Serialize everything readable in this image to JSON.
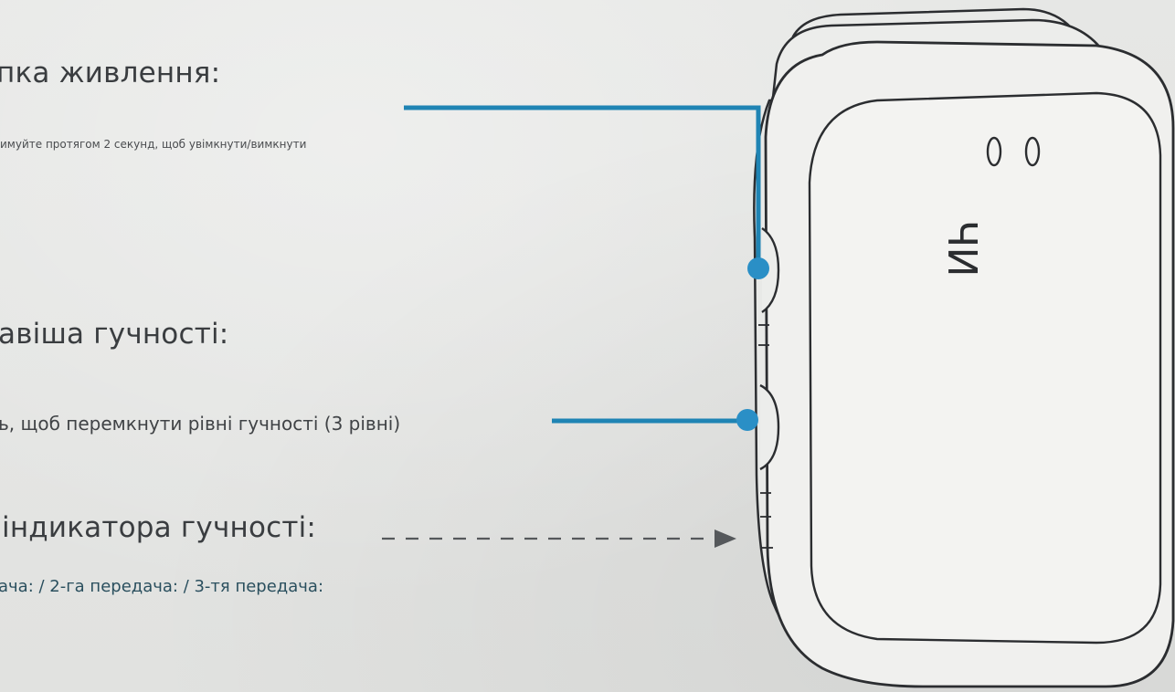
{
  "power_button": {
    "heading": "пка живлення:",
    "description": "имуйте протягом 2 секунд, щоб увімкнути/вимкнути"
  },
  "volume_key": {
    "heading": "авіша гучності:",
    "description": "ь, щоб перемкнути рівні гучності (3 рівні)"
  },
  "volume_indicator": {
    "heading": "індикатора гучності:",
    "description": "ача: / 2-га передача: / 3-тя передача:"
  },
  "device": {
    "label": "ИҺ"
  },
  "colors": {
    "callout_line": "#1f84b4",
    "callout_dot": "#2a8fc6",
    "device_outline": "#2b2d30",
    "device_fill": "#f1f1ef",
    "text": "#3a3d40",
    "teal_text": "#2a4f5e"
  }
}
